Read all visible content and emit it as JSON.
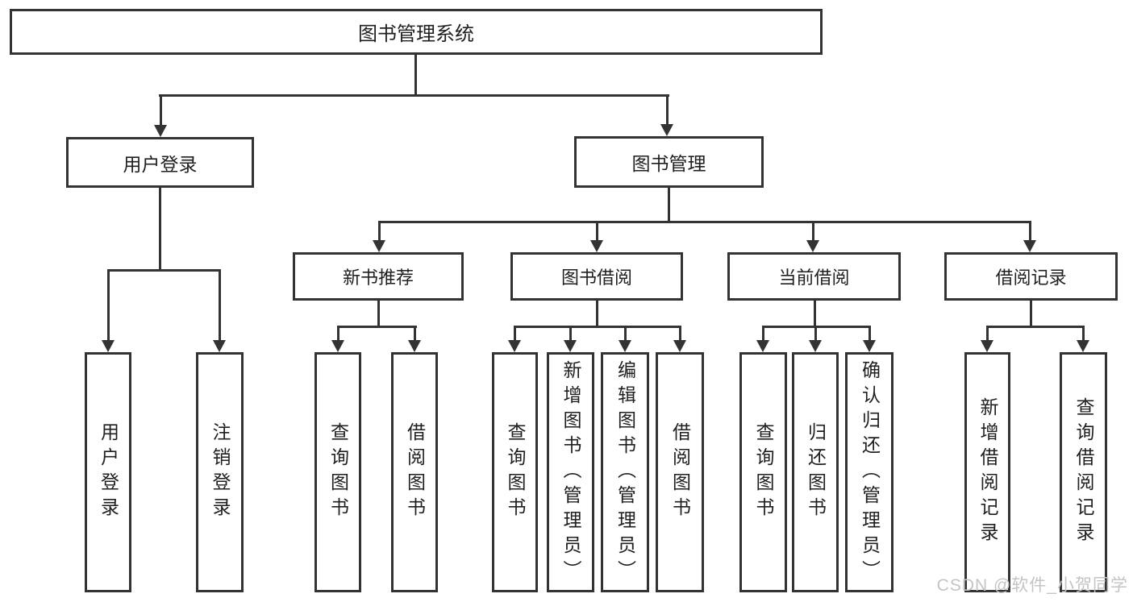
{
  "colors": {
    "line": "#333333",
    "text": "#1f1f1f",
    "watermark": "#c4c4c4",
    "background": "#ffffff"
  },
  "watermark": "CSDN @软件_小贺同学",
  "tree": {
    "root": "图书管理系统",
    "branches": [
      {
        "label": "用户登录",
        "children": [
          "用户登录",
          "注销登录"
        ]
      },
      {
        "label": "图书管理",
        "sections": [
          {
            "label": "新书推荐",
            "children": [
              "查询图书",
              "借阅图书"
            ]
          },
          {
            "label": "图书借阅",
            "children": [
              "查询图书",
              "新增图书（管理员）",
              "编辑图书（管理员）",
              "借阅图书"
            ]
          },
          {
            "label": "当前借阅",
            "children": [
              "查询图书",
              "归还图书",
              "确认归还（管理员）"
            ]
          },
          {
            "label": "借阅记录",
            "children": [
              "新增借阅记录",
              "查询借阅记录"
            ]
          }
        ]
      }
    ]
  }
}
